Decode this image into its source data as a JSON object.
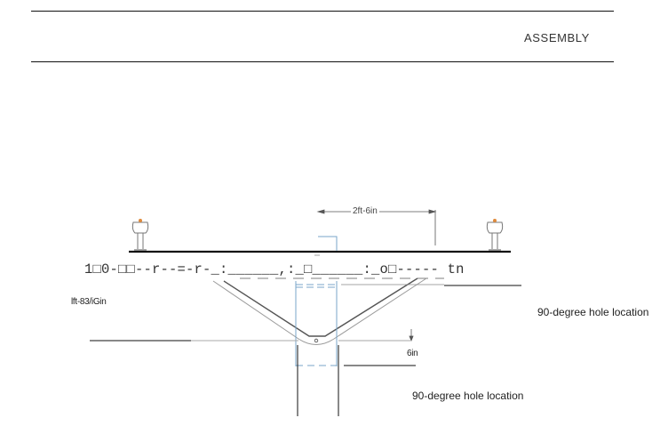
{
  "header": {
    "title": "ASSEMBLY"
  },
  "diagram": {
    "dimension_top": "2ft-6in",
    "dimension_bottom": "6in",
    "garbled_ocr_line": "1□0-□□--r--=-r-_:______,:_□______:_o□----- tn",
    "label_left": "lft-83/iGin",
    "label_right_upper": "90-degree hole location",
    "label_right_lower": "90-degree hole location",
    "colors": {
      "line_dark": "#111111",
      "line_gray": "#8a8a8a",
      "blue_dashed": "#7aa6c8",
      "insulator_accent": "#e08a3c"
    }
  }
}
